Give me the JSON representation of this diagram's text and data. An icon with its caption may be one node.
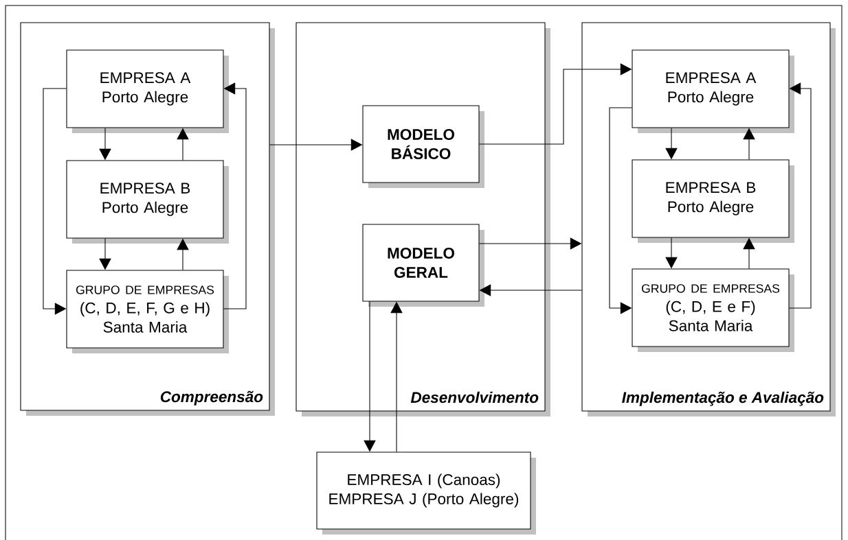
{
  "diagram": {
    "nodes": [
      {
        "text": [
          "Compreensão"
        ]
      },
      {
        "text": [
          "EMPRESA A",
          "Porto Alegre"
        ],
        "in": 0
      },
      {
        "text": [
          "EMPRESA B",
          "Porto Alegre"
        ],
        "in": 0
      },
      {
        "text": [
          "GRUPO DE EMPRESAS",
          "(C, D, E, F, G e H)",
          "Santa Maria"
        ],
        "in": 0
      },
      {
        "text": [
          "Desenvolvimento"
        ]
      },
      {
        "text": [
          "MODELO BÁSICO"
        ],
        "in": 4
      },
      {
        "text": [
          "MODELO GERAL"
        ],
        "in": 4
      },
      {
        "text": [
          "Implementação e Avaliação"
        ]
      },
      {
        "text": [
          "EMPRESA A",
          "Porto Alegre"
        ],
        "in": 7
      },
      {
        "text": [
          "EMPRESA B",
          "Porto Alegre"
        ],
        "in": 7
      },
      {
        "text": [
          "GRUPO DE EMPRESAS",
          "(C, D, E e F)",
          "Santa Maria"
        ],
        "in": 7
      },
      {
        "text": [
          "EMPRESA I (Canoas)",
          "EMPRESA J (Porto Alegre)"
        ]
      }
    ],
    "edges": [
      {
        "from": 1,
        "to": 2,
        "arrow": "to"
      },
      {
        "from": 2,
        "to": 1,
        "arrow": "to"
      },
      {
        "from": 2,
        "to": 3,
        "arrow": "to"
      },
      {
        "from": 3,
        "to": 2,
        "arrow": "to"
      },
      {
        "from": 1,
        "to": 3,
        "arrow": "to"
      },
      {
        "from": 3,
        "to": 1,
        "arrow": "to"
      },
      {
        "from": 0,
        "to": 5,
        "arrow": "to"
      },
      {
        "from": 5,
        "to": 8,
        "arrow": "to"
      },
      {
        "from": 6,
        "to": 7,
        "arrow": "to"
      },
      {
        "from": 7,
        "to": 6,
        "arrow": "to"
      },
      {
        "from": 6,
        "to": 11,
        "arrow": "to"
      },
      {
        "from": 11,
        "to": 6,
        "arrow": "to"
      },
      {
        "from": 8,
        "to": 9,
        "arrow": "to"
      },
      {
        "from": 9,
        "to": 8,
        "arrow": "to"
      },
      {
        "from": 9,
        "to": 10,
        "arrow": "to"
      },
      {
        "from": 10,
        "to": 9,
        "arrow": "to"
      },
      {
        "from": 8,
        "to": 10,
        "arrow": "to"
      },
      {
        "from": 10,
        "to": 8,
        "arrow": "to"
      }
    ]
  }
}
